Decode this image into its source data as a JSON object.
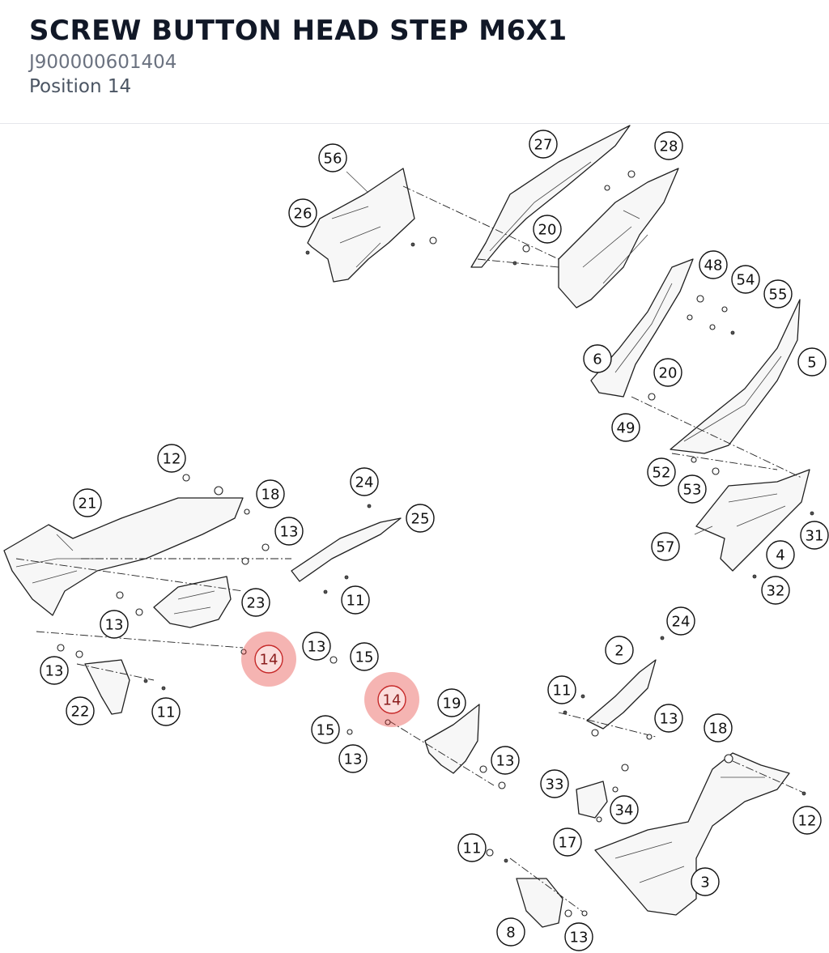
{
  "header": {
    "title": "SCREW BUTTON HEAD STEP M6X1",
    "part_number": "J900000601404",
    "position": "Position 14"
  },
  "highlight": {
    "label": "14",
    "color": "#e53935"
  },
  "callouts": [
    {
      "label": "56"
    },
    {
      "label": "27"
    },
    {
      "label": "28"
    },
    {
      "label": "26"
    },
    {
      "label": "20"
    },
    {
      "label": "48"
    },
    {
      "label": "54"
    },
    {
      "label": "55"
    },
    {
      "label": "6"
    },
    {
      "label": "20"
    },
    {
      "label": "5"
    },
    {
      "label": "49"
    },
    {
      "label": "52"
    },
    {
      "label": "53"
    },
    {
      "label": "31"
    },
    {
      "label": "57"
    },
    {
      "label": "4"
    },
    {
      "label": "32"
    },
    {
      "label": "12"
    },
    {
      "label": "18"
    },
    {
      "label": "21"
    },
    {
      "label": "24"
    },
    {
      "label": "25"
    },
    {
      "label": "13"
    },
    {
      "label": "23"
    },
    {
      "label": "11"
    },
    {
      "label": "13"
    },
    {
      "label": "13"
    },
    {
      "label": "15"
    },
    {
      "label": "14"
    },
    {
      "label": "13"
    },
    {
      "label": "22"
    },
    {
      "label": "11"
    },
    {
      "label": "24"
    },
    {
      "label": "2"
    },
    {
      "label": "11"
    },
    {
      "label": "13"
    },
    {
      "label": "14"
    },
    {
      "label": "19"
    },
    {
      "label": "15"
    },
    {
      "label": "13"
    },
    {
      "label": "13"
    },
    {
      "label": "18"
    },
    {
      "label": "33"
    },
    {
      "label": "34"
    },
    {
      "label": "12"
    },
    {
      "label": "17"
    },
    {
      "label": "11"
    },
    {
      "label": "3"
    },
    {
      "label": "8"
    },
    {
      "label": "13"
    }
  ]
}
